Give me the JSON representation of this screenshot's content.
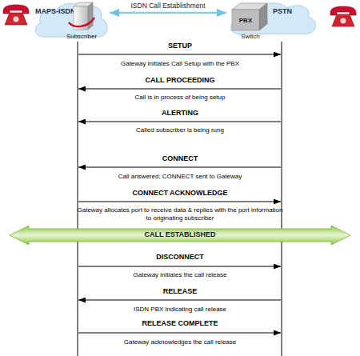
{
  "diagram": {
    "nodes": [
      {
        "text": [
          "MAPS-ISDN"
        ]
      },
      {
        "text": [
          "Subscriber"
        ],
        "in": 0
      },
      {
        "text": [
          "PSTN"
        ]
      },
      {
        "text": [
          "PBX",
          "Switch"
        ],
        "in": 2
      },
      {
        "text": [
          "CALL ESTABLISHED"
        ]
      }
    ],
    "edges": [
      {
        "from": 0,
        "to": 2,
        "arrow": "both",
        "label": "ISDN Call Establishment"
      }
    ],
    "labels": [
      "SETUP",
      "Gateway initiates Call Setup with the PBX",
      "CALL PROCEEDING",
      "Call is in process of being setup",
      "ALERTING",
      "Called subscriber is being rung",
      "CONNECT",
      "Call answered; CONNECT sent to Gateway",
      "CONNECT ACKNOWLEDGE",
      "Gateway allocates port to receive data & replies with the port information to originating subscriber",
      "DISCONNECT",
      "Gateway initiates the call release",
      "RELEASE",
      "ISDN PBX indicating call release",
      "RELEASE COMPLETE",
      "Gateway acknowledges the call release"
    ]
  }
}
